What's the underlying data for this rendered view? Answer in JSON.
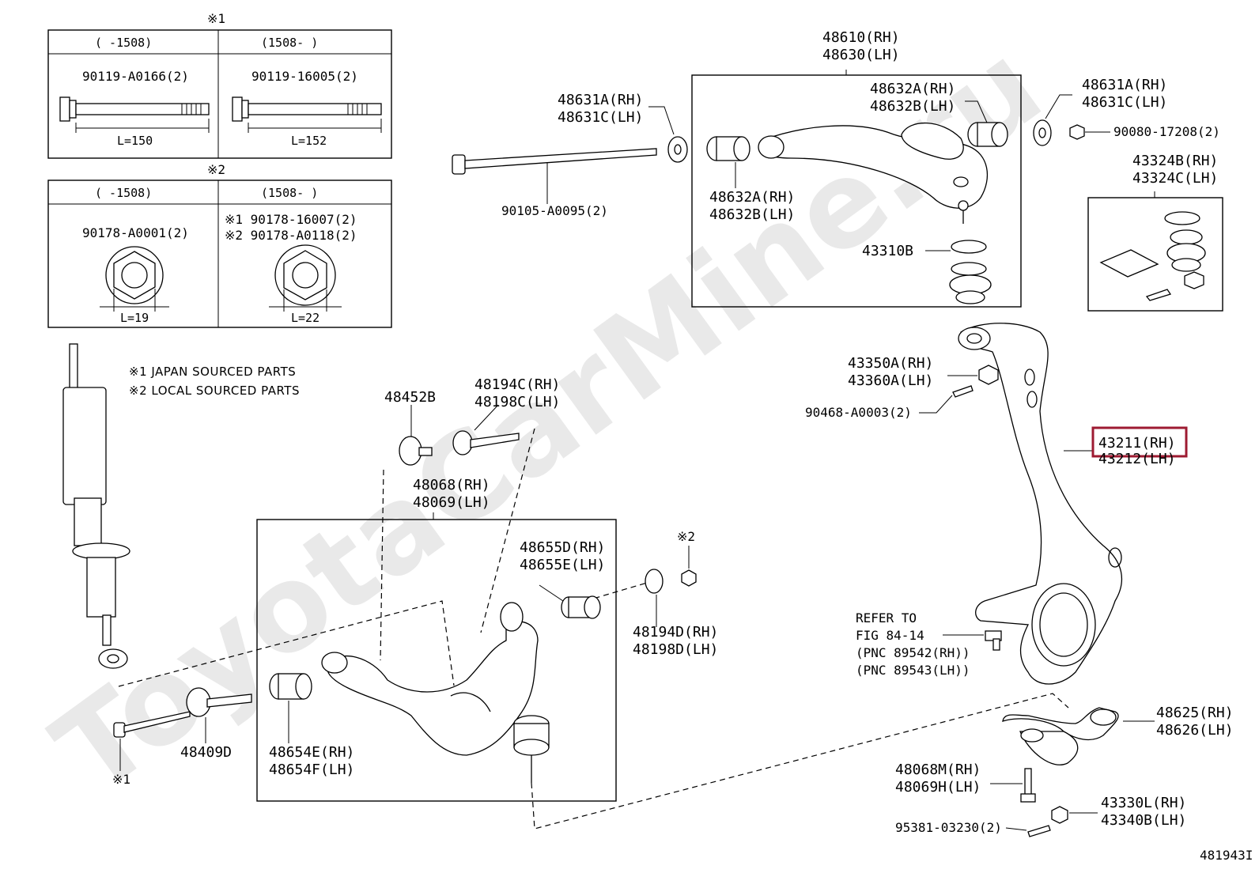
{
  "watermark": "ToyotaCarMine.ru",
  "figure_id": "481943I",
  "notes": {
    "mark1": "※1",
    "mark2": "※2",
    "japan": "※1 JAPAN SOURCED PARTS",
    "local": "※2 LOCAL SOURCED PARTS"
  },
  "table1": {
    "col_left": "(     -1508)",
    "col_right": "(1508-     )",
    "left_part": "90119-A0166(2)",
    "right_part": "90119-16005(2)",
    "left_len": "L=150",
    "right_len": "L=152"
  },
  "table2": {
    "col_left": "(     -1508)",
    "col_right": "(1508-     )",
    "left_part": "90178-A0001(2)",
    "right_part_1": "※1 90178-16007(2)",
    "right_part_2": "※2 90178-A0118(2)",
    "left_len": "L=19",
    "right_len": "L=22"
  },
  "labels": {
    "p48610": "48610(RH)",
    "p48630": "48630(LH)",
    "p48631A_l": "48631A(RH)",
    "p48631C_l": "48631C(LH)",
    "p48632A_t": "48632A(RH)",
    "p48632B_t": "48632B(LH)",
    "p48631A_r": "48631A(RH)",
    "p48631C_r": "48631C(LH)",
    "p90080": "90080-17208(2)",
    "p43324B": "43324B(RH)",
    "p43324C": "43324C(LH)",
    "p90105": "90105-A0095(2)",
    "p48632A_b": "48632A(RH)",
    "p48632B_b": "48632B(LH)",
    "p43310B": "43310B",
    "p43350A": "43350A(RH)",
    "p43360A": "43360A(LH)",
    "p90468": "90468-A0003(2)",
    "p43211": "43211(RH)",
    "p43212": "43212(LH)",
    "p48452B": "48452B",
    "p48194C": "48194C(RH)",
    "p48198C": "48198C(LH)",
    "p48068": "48068(RH)",
    "p48069": "48069(LH)",
    "p48655D": "48655D(RH)",
    "p48655E": "48655E(LH)",
    "p48194D": "48194D(RH)",
    "p48198D": "48198D(LH)",
    "p48409D": "48409D",
    "p48654E": "48654E(RH)",
    "p48654F": "48654F(LH)",
    "refer1": "REFER TO",
    "refer2": "FIG 84-14",
    "refer3": "(PNC 89542(RH))",
    "refer4": "(PNC 89543(LH))",
    "p48625": "48625(RH)",
    "p48626": "48626(LH)",
    "p48068M": "48068M(RH)",
    "p48069H": "48069H(LH)",
    "p43330L": "43330L(RH)",
    "p43340B": "43340B(LH)",
    "p95381": "95381-03230(2)"
  },
  "colors": {
    "highlight": "#9e1b32",
    "watermark": "#e9e9e9"
  }
}
